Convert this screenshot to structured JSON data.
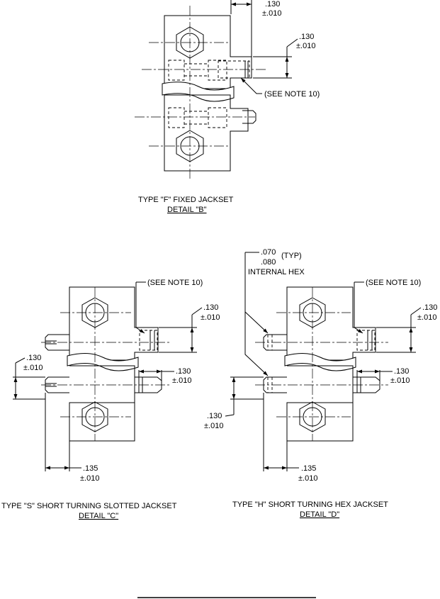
{
  "detail_b": {
    "dim_top": {
      "nominal": ".130",
      "tolerance": "±.010"
    },
    "dim_right": {
      "nominal": ".130",
      "tolerance": "±.010"
    },
    "note": "(SEE NOTE 10)",
    "caption": "TYPE \"F\" FIXED JACKSET",
    "detail_label": "DETAIL  \"B\""
  },
  "detail_c": {
    "note": "(SEE NOTE 10)",
    "dim_upper_right": {
      "nominal": ".130",
      "tolerance": "±.010"
    },
    "dim_left": {
      "nominal": ".130",
      "tolerance": "±.010"
    },
    "dim_lower_right": {
      "nominal": ".130",
      "tolerance": "±.010"
    },
    "dim_bottom": {
      "nominal": ".135",
      "tolerance": "±.010"
    },
    "caption": "TYPE \"S\" SHORT TURNING SLOTTED JACKSET",
    "detail_label": "DETAIL  \"C\""
  },
  "detail_d": {
    "hex_dim_1": ".070",
    "hex_dim_2": ".080",
    "hex_typ": "(TYP)",
    "hex_label": "INTERNAL HEX",
    "note": "(SEE NOTE 10)",
    "dim_upper_right": {
      "nominal": ".130",
      "tolerance": "±.010"
    },
    "dim_lower_right": {
      "nominal": ".130",
      "tolerance": "±.010"
    },
    "dim_left": {
      "nominal": ".130",
      "tolerance": "±.010"
    },
    "dim_bottom": {
      "nominal": ".135",
      "tolerance": "±.010"
    },
    "caption": "TYPE \"H\" SHORT TURNING HEX  JACKSET",
    "detail_label": "DETAIL  \"D\""
  }
}
